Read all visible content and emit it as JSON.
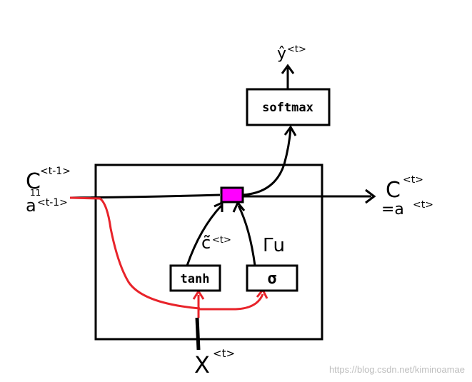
{
  "diagram": {
    "labels": {
      "y_hat": "ŷ",
      "y_hat_sup": "<t>",
      "c_prev": "C",
      "c_prev_sup": "<t-1>",
      "ditto": "11",
      "a_prev": "a",
      "a_prev_sup": "<t-1>",
      "c_t": "C",
      "c_t_sup": "<t>",
      "a_t": "=a",
      "a_t_sup": "<t>",
      "c_tilde": "c̃",
      "c_tilde_sup": "<t>",
      "gamma_u": "Γu",
      "x_t": "X",
      "x_t_sup": "<t>"
    },
    "boxes": {
      "softmax": "softmax",
      "tanh": "tanh",
      "sigma": "σ"
    },
    "watermark": "https://blog.csdn.net/kiminoamae"
  },
  "colors": {
    "ink": "#000000",
    "red_path": "#e8232a",
    "gate": "#ff00ff",
    "background": "#ffffff"
  }
}
